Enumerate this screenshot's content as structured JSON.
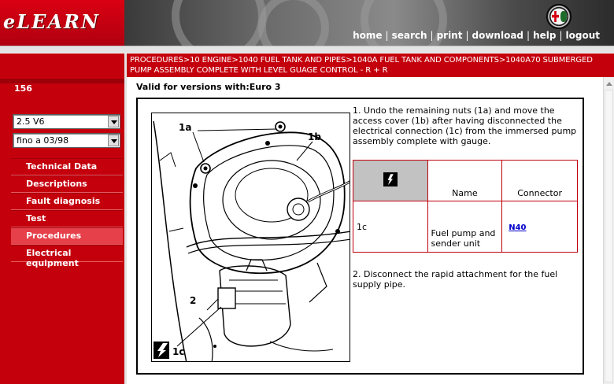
{
  "app": {
    "logo_text": "eLEARN"
  },
  "topnav": {
    "items": [
      "home",
      "search",
      "print",
      "download",
      "help",
      "logout"
    ]
  },
  "sidebar": {
    "model": "156",
    "engine_select": "2.5 V6",
    "period_select": "fino a 03/98",
    "menu": [
      {
        "label": "Technical Data",
        "active": false
      },
      {
        "label": "Descriptions",
        "active": false
      },
      {
        "label": "Fault diagnosis",
        "active": false
      },
      {
        "label": "Test",
        "active": false
      },
      {
        "label": "Procedures",
        "active": true
      },
      {
        "label": "Electrical equipment",
        "active": false
      }
    ]
  },
  "breadcrumb": "PROCEDURES>10 ENGINE>1040 FUEL TANK AND PIPES>1040A FUEL TANK AND COMPONENTS>1040A70 SUBMERGED PUMP ASSEMBLY COMPLETE WITH LEVEL GUAGE CONTROL - R + R",
  "content": {
    "valid_for": "Valid for versions with:Euro 3",
    "step1": "1. Undo the remaining nuts (1a) and move the access cover (1b) after having disconnected the electrical connection (1c) from the immersed pump assembly complete with gauge.",
    "step2": "2. Disconnect the rapid attachment for the fuel supply pipe.",
    "figure_labels": {
      "a": "1a",
      "b": "1b",
      "two": "2",
      "c": "1c"
    },
    "table": {
      "headers": {
        "icon": "electrical-connector-icon",
        "name": "Name",
        "connector": "Connector"
      },
      "rows": [
        {
          "ref": "1c",
          "name": "Fuel pump and sender unit",
          "connector": "N40"
        }
      ]
    }
  },
  "colors": {
    "brand_red": "#c4000d",
    "active_menu": "#e6404a",
    "link_blue": "#0000cc"
  }
}
